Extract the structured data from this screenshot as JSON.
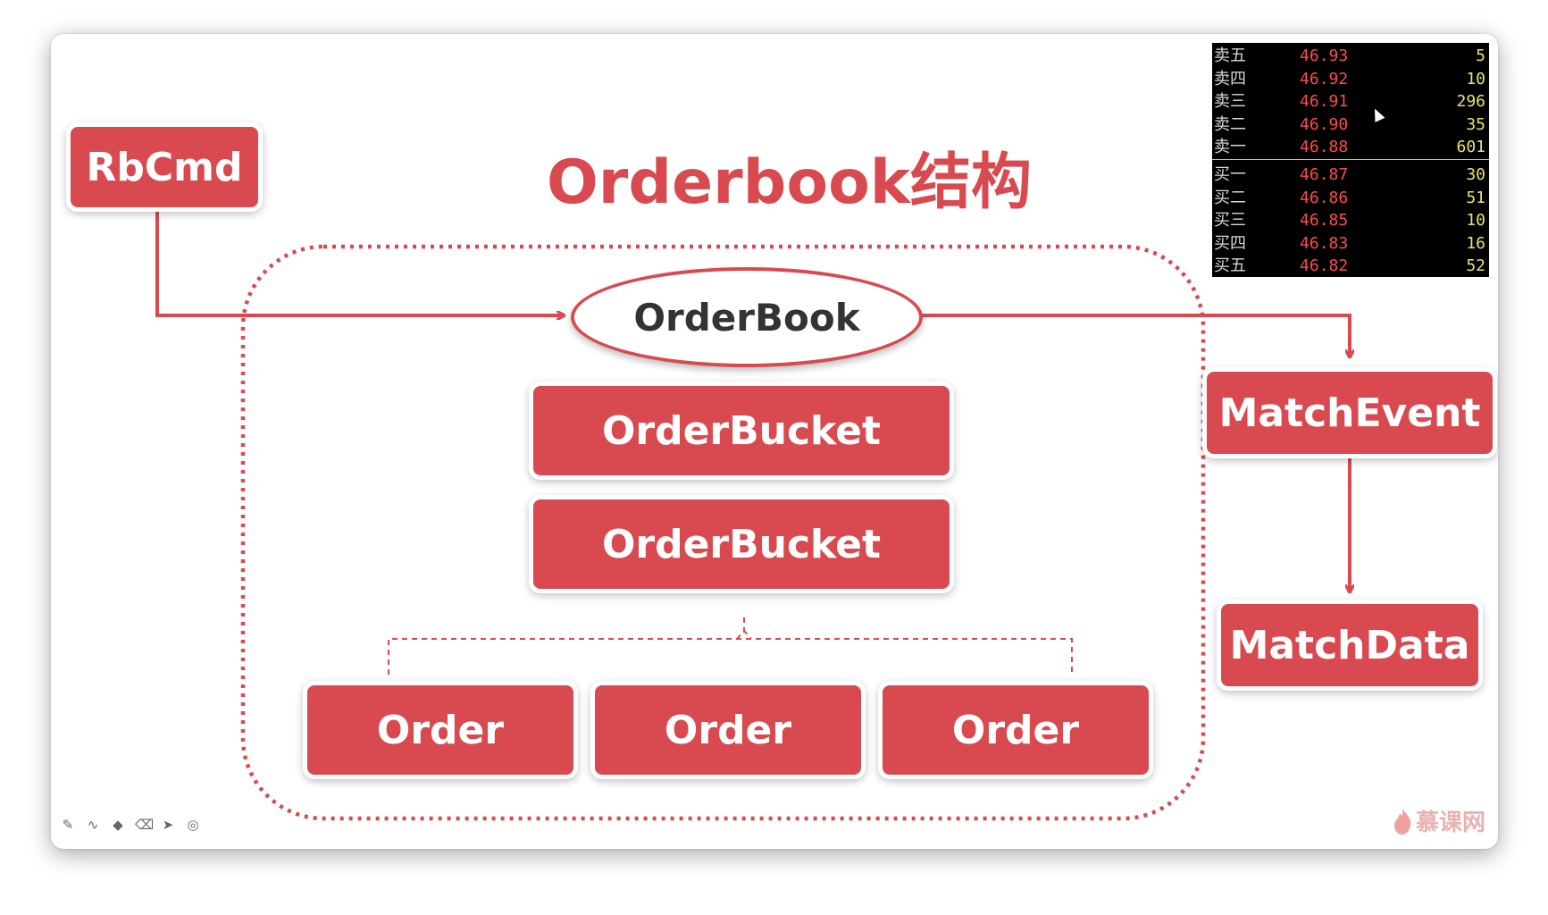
{
  "title": "Orderbook结构",
  "nodes": {
    "rbcmd": "RbCmd",
    "orderbook": "OrderBook",
    "bucket1": "OrderBucket",
    "bucket2": "OrderBucket",
    "order1": "Order",
    "order2": "Order",
    "order3": "Order",
    "match_event": "MatchEvent",
    "match_data": "MatchData"
  },
  "order_book_quotes": {
    "asks": [
      {
        "label": "卖五",
        "price": "46.93",
        "volume": "5"
      },
      {
        "label": "卖四",
        "price": "46.92",
        "volume": "10"
      },
      {
        "label": "卖三",
        "price": "46.91",
        "volume": "296"
      },
      {
        "label": "卖二",
        "price": "46.90",
        "volume": "35"
      },
      {
        "label": "卖一",
        "price": "46.88",
        "volume": "601"
      }
    ],
    "bids": [
      {
        "label": "买一",
        "price": "46.87",
        "volume": "30"
      },
      {
        "label": "买二",
        "price": "46.86",
        "volume": "51"
      },
      {
        "label": "买三",
        "price": "46.85",
        "volume": "10"
      },
      {
        "label": "买四",
        "price": "46.83",
        "volume": "16"
      },
      {
        "label": "买五",
        "price": "46.82",
        "volume": "52"
      }
    ]
  },
  "toolbar": {
    "icons": [
      "pen-icon",
      "curve-icon",
      "highlighter-icon",
      "eraser-icon",
      "pointer-icon",
      "record-icon"
    ],
    "glyphs": [
      "✎",
      "∿",
      "◆",
      "⌫",
      "➤",
      "◎"
    ]
  },
  "watermark": "慕课网",
  "colors": {
    "accent": "#d84a4f",
    "book_bg": "#000000",
    "price": "#ff4b4b",
    "volume": "#e8e36a"
  }
}
